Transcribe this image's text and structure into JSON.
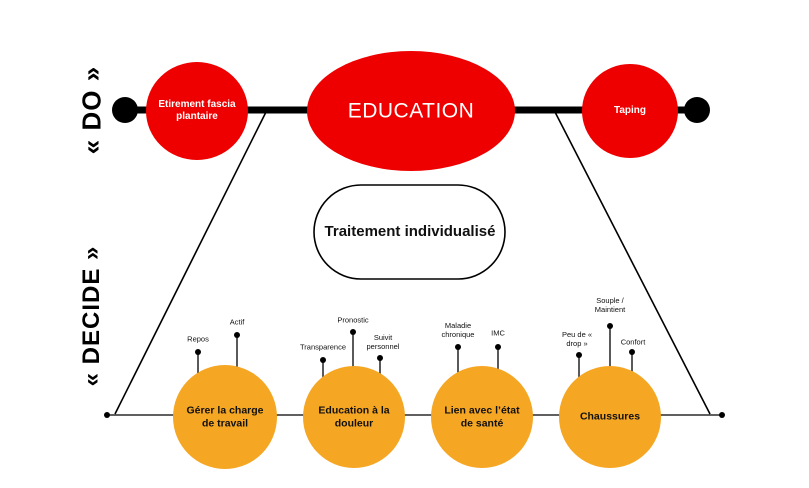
{
  "side_labels": {
    "do": "« DO »",
    "decide": "« DECIDE »"
  },
  "do_row": {
    "left": "Etirement fascia plantaire",
    "center": "EDUCATION",
    "right": "Taping"
  },
  "center_box": "Traitement individualisé",
  "decide_nodes": [
    {
      "label": "Gérer la charge de travail",
      "branches": [
        "Repos",
        "Actif"
      ]
    },
    {
      "label": "Education à la douleur",
      "branches": [
        "Transparence",
        "Pronostic",
        "Suivit personnel"
      ]
    },
    {
      "label": "Lien avec l’état de santé",
      "branches": [
        "Maladie chronique",
        "IMC"
      ]
    },
    {
      "label": "Chaussures",
      "branches": [
        "Peu de « drop »",
        "Souple / Maintient",
        "Confort"
      ]
    }
  ],
  "colors": {
    "red": "#ee0000",
    "orange": "#f5a623",
    "line": "#000000"
  }
}
